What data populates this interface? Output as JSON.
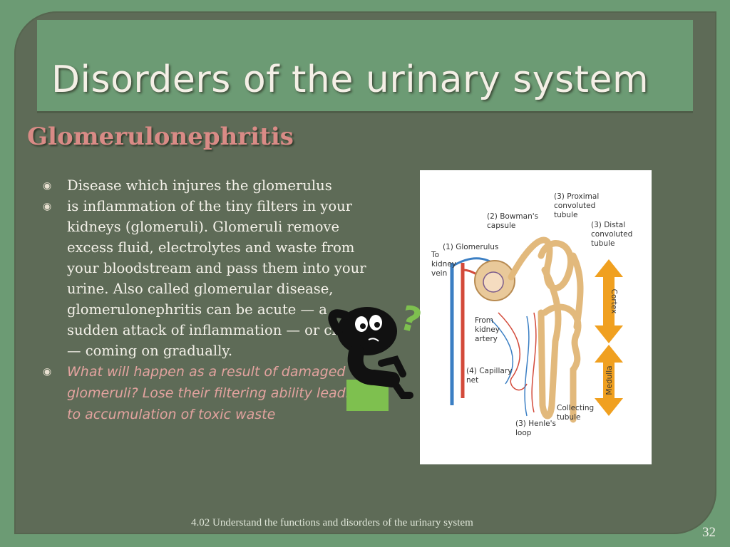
{
  "slide": {
    "title": "Disorders of the urinary system",
    "subtitle": "Glomerulonephritis",
    "bullets": [
      {
        "text": "Disease which injures the glomerulus",
        "italic": false
      },
      {
        "text": "is inflammation of the tiny filters in your kidneys (glomeruli). Glomeruli remove excess fluid, electrolytes and waste from your bloodstream and pass them into your urine. Also called glomerular disease, glomerulonephritis can be acute — a sudden attack of inflammation — or chronic — coming on gradually.",
        "italic": false
      },
      {
        "text": "What will happen as a result of damaged glomeruli? Lose their filtering ability leading to accumulation of toxic waste",
        "italic": true
      }
    ],
    "bullet_icon": "circled-dot-icon",
    "footer": "4.02 Understand the functions and disorders of the urinary system",
    "page_number": "32"
  },
  "diagram": {
    "labels": {
      "proximal": [
        "(3) Proximal",
        "convoluted",
        "tubule"
      ],
      "bowman": [
        "(2) Bowman's",
        "capsule"
      ],
      "distal": [
        "(3) Distal",
        "convoluted",
        "tubule"
      ],
      "glomerulus": "(1) Glomerulus",
      "vein": [
        "To",
        "kidney",
        "vein"
      ],
      "artery": [
        "From",
        "kidney",
        "artery"
      ],
      "capillary": [
        "(4) Capillary",
        "net"
      ],
      "collecting": [
        "Collecting",
        "tubule"
      ],
      "henle": [
        "(3) Henle's",
        "loop"
      ],
      "cortex": "Cortex",
      "medulla": "Medulla"
    }
  },
  "decoration": {
    "thinker_icon": "thinking-figure-icon",
    "question_mark": "?",
    "colors": {
      "question": "#7ec04f",
      "square": "#7ec04f"
    }
  }
}
